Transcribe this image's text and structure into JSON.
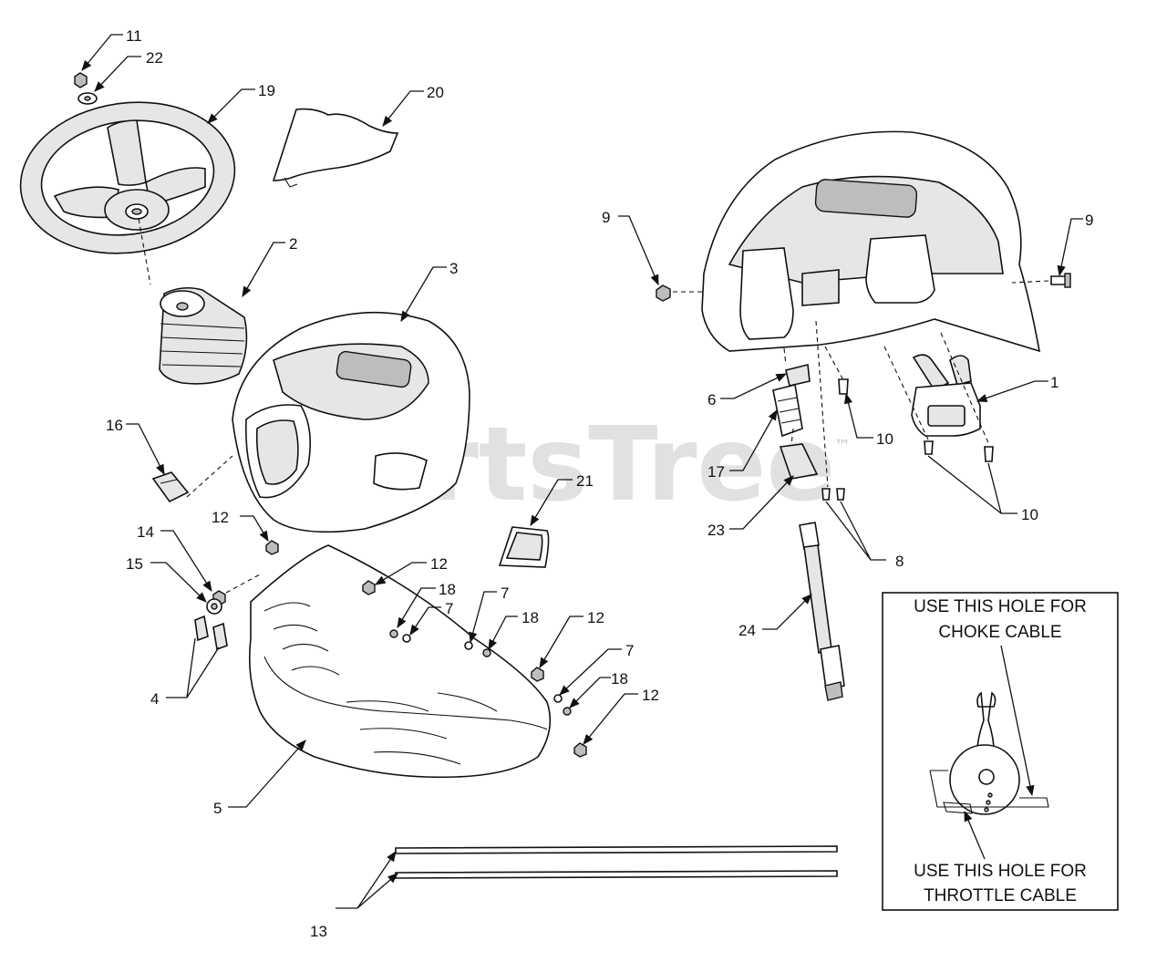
{
  "watermark": {
    "text": "PartsTree",
    "trademark": "™"
  },
  "callouts": {
    "c1": "1",
    "c2": "2",
    "c3": "3",
    "c4": "4",
    "c5": "5",
    "c6": "6",
    "c7a": "7",
    "c7b": "7",
    "c7c": "7",
    "c8": "8",
    "c9a": "9",
    "c9b": "9",
    "c10a": "10",
    "c10b": "10",
    "c11": "11",
    "c12a": "12",
    "c12b": "12",
    "c12c": "12",
    "c12d": "12",
    "c13": "13",
    "c14": "14",
    "c15": "15",
    "c16": "16",
    "c17": "17",
    "c18a": "18",
    "c18b": "18",
    "c18c": "18",
    "c19": "19",
    "c20": "20",
    "c21": "21",
    "c22": "22",
    "c23": "23",
    "c24": "24"
  },
  "inset": {
    "choke_line1": "USE THIS HOLE FOR",
    "choke_line2": "CHOKE CABLE",
    "throttle_line1": "USE THIS HOLE FOR",
    "throttle_line2": "THROTTLE  CABLE"
  },
  "colors": {
    "ink": "#111111",
    "watermark": "#c8c8c8",
    "background": "#ffffff"
  }
}
